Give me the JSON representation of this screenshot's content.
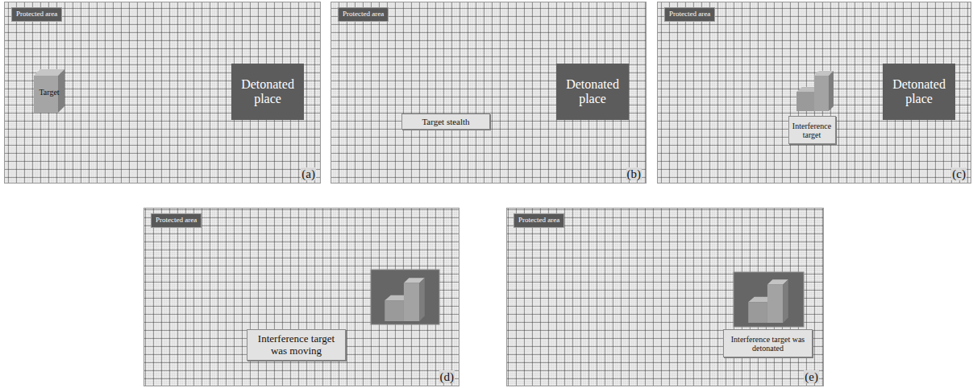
{
  "diagram": {
    "nodes": [
      {
        "text": [
          "(a)"
        ]
      },
      {
        "text": [
          "Protected area"
        ],
        "in": 0
      },
      {
        "text": [
          "Target"
        ],
        "in": 0
      },
      {
        "text": [
          "Detonated place"
        ],
        "in": 0
      },
      {
        "text": [
          "(b)"
        ]
      },
      {
        "text": [
          "Protected area"
        ],
        "in": 4
      },
      {
        "text": [
          "Target stealth"
        ],
        "in": 4
      },
      {
        "text": [
          "Detonated place"
        ],
        "in": 4
      },
      {
        "text": [
          "(c)"
        ]
      },
      {
        "text": [
          "Protected area"
        ],
        "in": 8
      },
      {
        "text": [
          "Interference target"
        ],
        "in": 8
      },
      {
        "text": [
          "Detonated place"
        ],
        "in": 8
      },
      {
        "text": [
          "(d)"
        ]
      },
      {
        "text": [
          "Protected area"
        ],
        "in": 12
      },
      {
        "text": [
          "Interference target was moving"
        ],
        "in": 12
      },
      {
        "text": [
          "(e)"
        ]
      },
      {
        "text": [
          "Protected area"
        ],
        "in": 15
      },
      {
        "text": [
          "Interference target was detonated"
        ],
        "in": 15
      }
    ]
  }
}
